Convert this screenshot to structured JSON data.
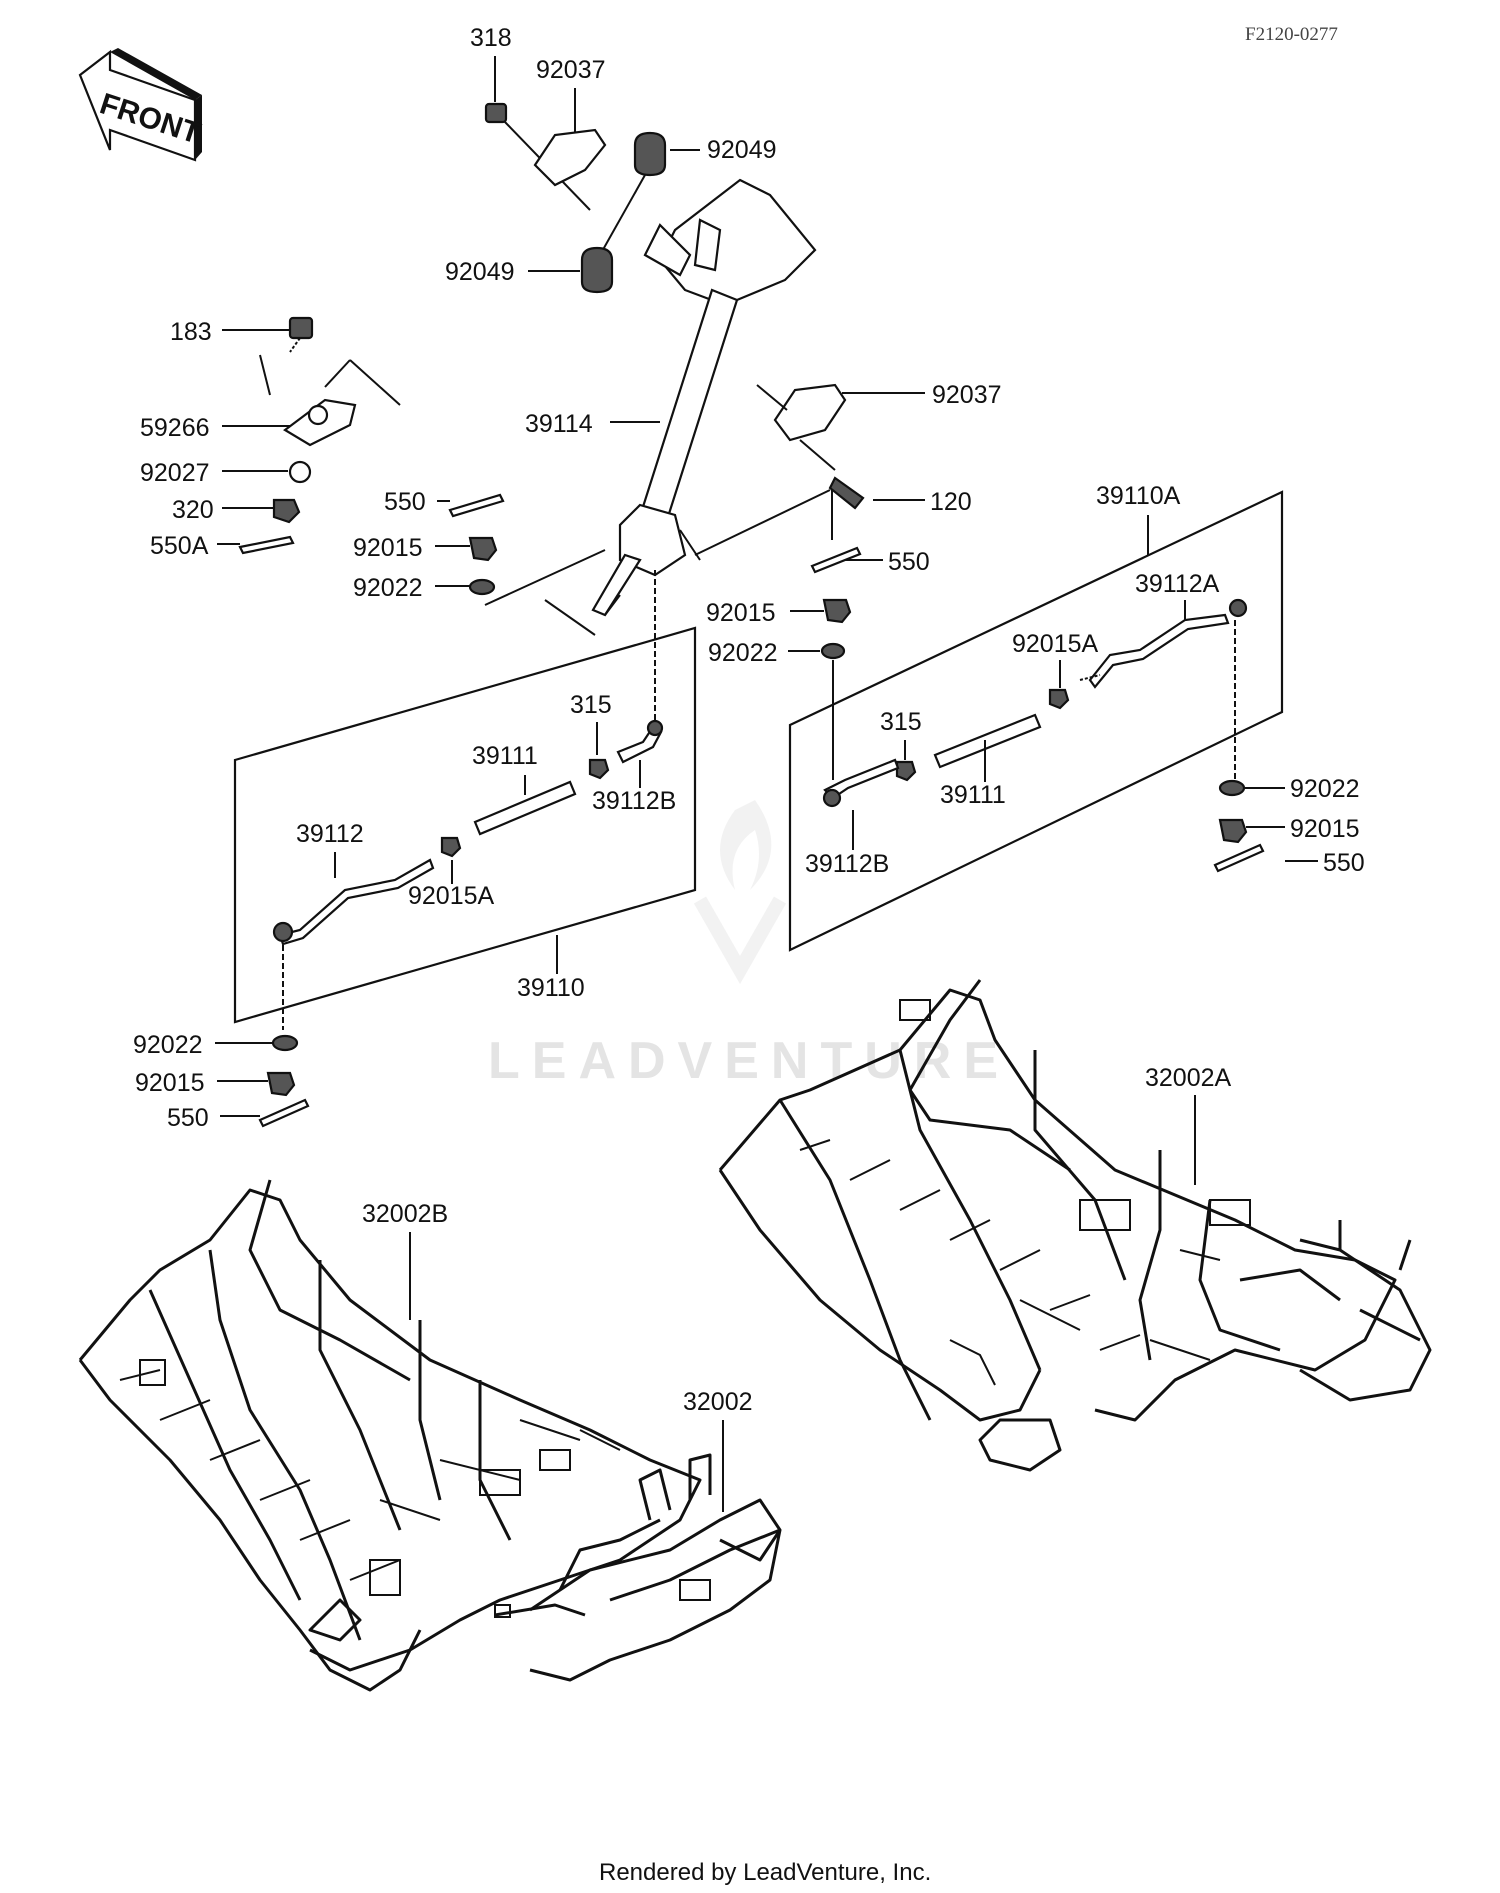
{
  "diagram_code": "F2120-0277",
  "front_label": "FRONT",
  "watermark": "LEADVENTURE",
  "footer": "Rendered by LeadVenture, Inc.",
  "callouts": {
    "c318": "318",
    "c92037_top": "92037",
    "c92049_top": "92049",
    "c92049_mid": "92049",
    "c183": "183",
    "c59266": "59266",
    "c92027": "92027",
    "c320": "320",
    "c550A": "550A",
    "c550_left": "550",
    "c92015_left": "92015",
    "c92022_left": "92022",
    "c39114": "39114",
    "c92037_right": "92037",
    "c120": "120",
    "c550_mid": "550",
    "c39110A": "39110A",
    "c39112A": "39112A",
    "c92015_mid": "92015",
    "c92022_mid": "92022",
    "c92015A_right": "92015A",
    "c315_left": "315",
    "c39111_left": "39111",
    "c39112B_left": "39112B",
    "c39112": "39112",
    "c92015A_left": "92015A",
    "c39110": "39110",
    "c315_right": "315",
    "c39111_right": "39111",
    "c39112B_right": "39112B",
    "c92022_right": "92022",
    "c92015_right": "92015",
    "c550_right": "550",
    "c92022_bottom": "92022",
    "c92015_bottom": "92015",
    "c550_bottom": "550",
    "c32002A": "32002A",
    "c32002B": "32002B",
    "c32002": "32002"
  }
}
